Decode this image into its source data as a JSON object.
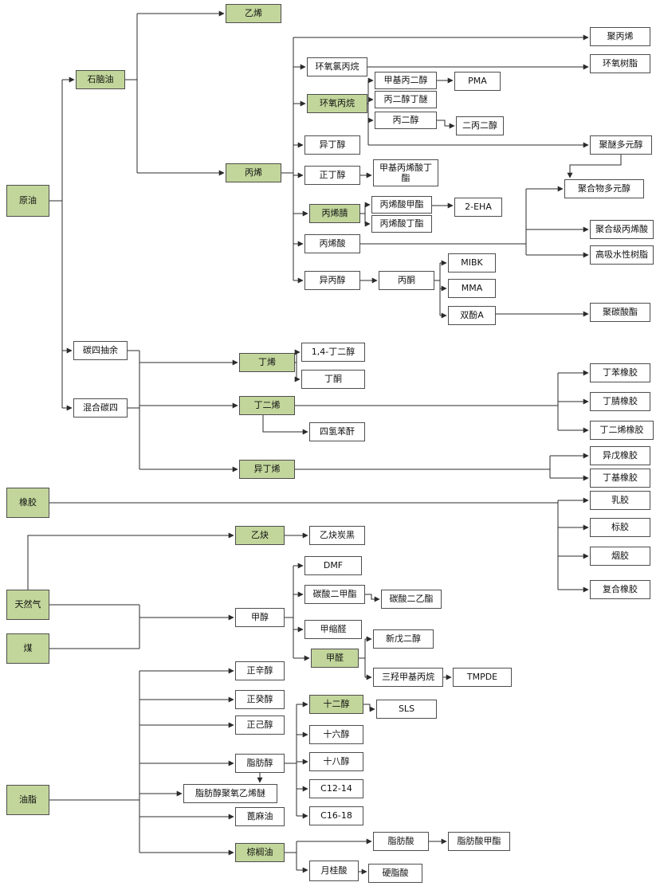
{
  "diagram": {
    "type": "flowchart",
    "language": "zh",
    "description_visible_roots": [
      "原油",
      "橡胶",
      "天然气",
      "煤",
      "油脂"
    ]
  },
  "colors": {
    "node_green": "#c2d69b",
    "node_white": "#ffffff",
    "border": "#4d4d4d",
    "line": "#2b2b2b"
  },
  "nodes": {
    "crude_oil": "原油",
    "naphtha": "石脑油",
    "c4_raffinate": "碳四抽余",
    "mixed_c4": "混合碳四",
    "ethylene": "乙烯",
    "propylene": "丙烯",
    "butene": "丁烯",
    "butadiene": "丁二烯",
    "isobutylene": "异丁烯",
    "rubber": "橡胶",
    "acetylene": "乙炔",
    "natural_gas": "天然气",
    "coal": "煤",
    "methanol": "甲醇",
    "oils": "油脂",
    "n_octanol": "正辛醇",
    "n_decanol": "正癸醇",
    "n_hexanol": "正己醇",
    "fatty_alcohol": "脂肪醇",
    "fatty_alcohol_ether": "脂肪醇聚氧乙烯醚",
    "castor_oil": "蓖麻油",
    "palm_oil": "棕榈油",
    "epichlorohydrin": "环氧氯丙烷",
    "propylene_oxide": "环氧丙烷",
    "isobutanol": "异丁醇",
    "n_butanol": "正丁醇",
    "acrylonitrile": "丙烯腈",
    "acrylic_acid": "丙烯酸",
    "isopropanol": "异丙醇",
    "mpd": "甲基丙二醇",
    "pg_butyl_ether": "丙二醇丁醚",
    "propylene_glycol": "丙二醇",
    "pma": "PMA",
    "dpg": "二丙二醇",
    "bma": "甲基丙烯酸丁酯",
    "methyl_acrylate": "丙烯酸甲酯",
    "butyl_acrylate": "丙烯酸丁酯",
    "eha": "2-EHA",
    "acetone": "丙酮",
    "mibk": "MIBK",
    "mma": "MMA",
    "bisphenol_a": "双酚A",
    "polypropylene": "聚丙烯",
    "epoxy_resin": "环氧树脂",
    "polyether_polyol": "聚醚多元醇",
    "polymer_polyol": "聚合物多元醇",
    "pg_acrylic_acid": "聚合级丙烯酸",
    "sap": "高吸水性树脂",
    "polycarbonate": "聚碳酸酯",
    "bdo": "1,4-丁二醇",
    "mek": "丁酮",
    "tha": "四氢苯酐",
    "sbr": "丁苯橡胶",
    "nbr": "丁腈橡胶",
    "br": "丁二烯橡胶",
    "ir": "异戊橡胶",
    "iir": "丁基橡胶",
    "latex": "乳胶",
    "tsr": "标胶",
    "rss": "烟胶",
    "compound_rubber": "复合橡胶",
    "acetylene_black": "乙炔炭黑",
    "dmf": "DMF",
    "dmc": "碳酸二甲酯",
    "dec": "碳酸二乙酯",
    "methylal": "甲缩醛",
    "formaldehyde": "甲醛",
    "npg": "新戊二醇",
    "tmp": "三羟甲基丙烷",
    "tmpde": "TMPDE",
    "lauryl_alcohol": "十二醇",
    "sls": "SLS",
    "cetyl_alcohol": "十六醇",
    "stearyl_alcohol": "十八醇",
    "c12_14": "C12-14",
    "c16_18": "C16-18",
    "fatty_acid": "脂肪酸",
    "fame": "脂肪酸甲酯",
    "lauric_acid": "月桂酸",
    "stearic_acid": "硬脂酸"
  },
  "edges": [
    "crude_oil>naphtha",
    "crude_oil>c4_raffinate",
    "crude_oil>mixed_c4",
    "naphtha>ethylene",
    "naphtha>propylene",
    "propylene>polypropylene",
    "propylene>epichlorohydrin",
    "propylene>propylene_oxide",
    "propylene>isobutanol",
    "propylene>n_butanol",
    "propylene>acrylonitrile",
    "propylene>acrylic_acid",
    "propylene>isopropanol",
    "epichlorohydrin>epoxy_resin",
    "propylene_oxide>mpd",
    "propylene_oxide>pg_butyl_ether",
    "propylene_oxide>propylene_glycol",
    "propylene_oxide>polyether_polyol",
    "mpd>pma",
    "propylene_glycol>dpg",
    "polyether_polyol>polymer_polyol",
    "n_butanol>bma",
    "acrylonitrile>methyl_acrylate",
    "acrylonitrile>butyl_acrylate",
    "methyl_acrylate>eha",
    "acrylic_acid>polymer_polyol",
    "acrylic_acid>pg_acrylic_acid",
    "acrylic_acid>sap",
    "isopropanol>acetone",
    "acetone>mibk",
    "acetone>mma",
    "acetone>bisphenol_a",
    "bisphenol_a>polycarbonate",
    "c4_raffinate>butene",
    "mixed_c4>butene",
    "mixed_c4>butadiene",
    "mixed_c4>isobutylene",
    "butene>bdo",
    "butene>mek",
    "butadiene>tha",
    "butadiene>sbr",
    "butadiene>nbr",
    "butadiene>br",
    "isobutylene>ir",
    "isobutylene>iir",
    "rubber>latex",
    "rubber>tsr",
    "rubber>rss",
    "rubber>compound_rubber",
    "natural_gas>acetylene",
    "natural_gas>methanol",
    "coal>methanol",
    "acetylene>acetylene_black",
    "methanol>dmf",
    "methanol>dmc",
    "methanol>methylal",
    "methanol>formaldehyde",
    "dmc>dec",
    "formaldehyde>npg",
    "formaldehyde>tmp",
    "tmp>tmpde",
    "oils>n_octanol",
    "oils>n_decanol",
    "oils>n_hexanol",
    "oils>fatty_alcohol",
    "oils>fatty_alcohol_ether",
    "oils>castor_oil",
    "oils>palm_oil",
    "fatty_alcohol>fatty_alcohol_ether",
    "fatty_alcohol>lauryl_alcohol",
    "fatty_alcohol>cetyl_alcohol",
    "fatty_alcohol>stearyl_alcohol",
    "fatty_alcohol>c12_14",
    "fatty_alcohol>c16_18",
    "lauryl_alcohol>sls",
    "palm_oil>fatty_acid",
    "palm_oil>lauric_acid",
    "fatty_acid>fame",
    "lauric_acid>stearic_acid"
  ]
}
